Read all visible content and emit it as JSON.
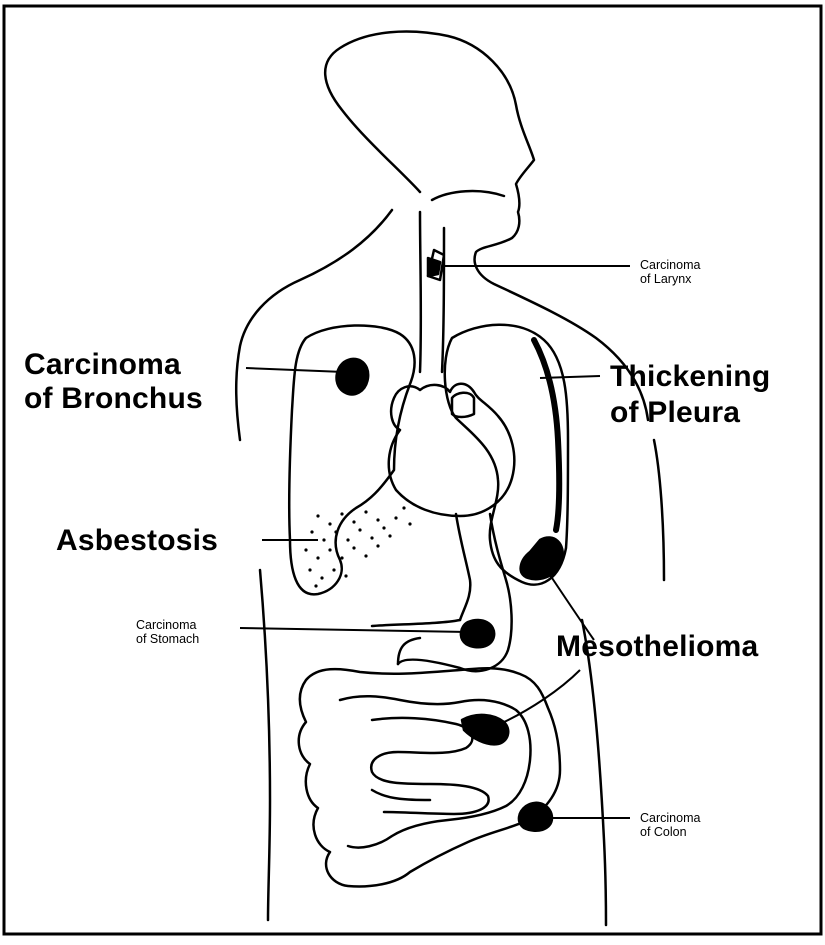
{
  "labels": {
    "larynx": {
      "line1": "Carcinoma",
      "line2": "of Larynx"
    },
    "bronchus": {
      "line1": "Carcinoma",
      "line2": "of Bronchus"
    },
    "pleura": {
      "line1": "Thickening",
      "line2": "of Pleura"
    },
    "asbestosis": {
      "text": "Asbestosis"
    },
    "stomach": {
      "line1": "Carcinoma",
      "line2": "of Stomach"
    },
    "mesothelioma": {
      "text": "Mesothelioma"
    },
    "colon": {
      "line1": "Carcinoma",
      "line2": "of Colon"
    }
  }
}
